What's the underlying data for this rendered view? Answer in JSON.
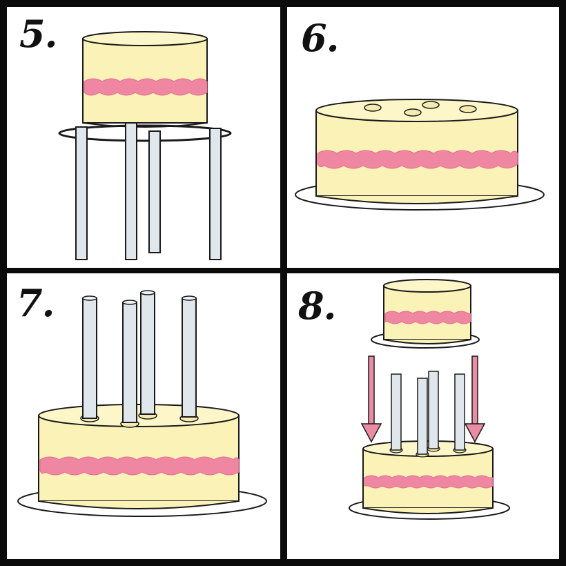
{
  "steps": [
    {
      "label": "5."
    },
    {
      "label": "6."
    },
    {
      "label": "7."
    },
    {
      "label": "8."
    }
  ],
  "colors": {
    "background": "#0b0b0b",
    "panel": "#ffffff",
    "cake": "#fbf2b8",
    "cake_top": "#fdf6c8",
    "filling": "#ef86a2",
    "dowel": "#dfe7ec",
    "arrow": "#e98ca4",
    "outline": "#1a1a1a"
  }
}
